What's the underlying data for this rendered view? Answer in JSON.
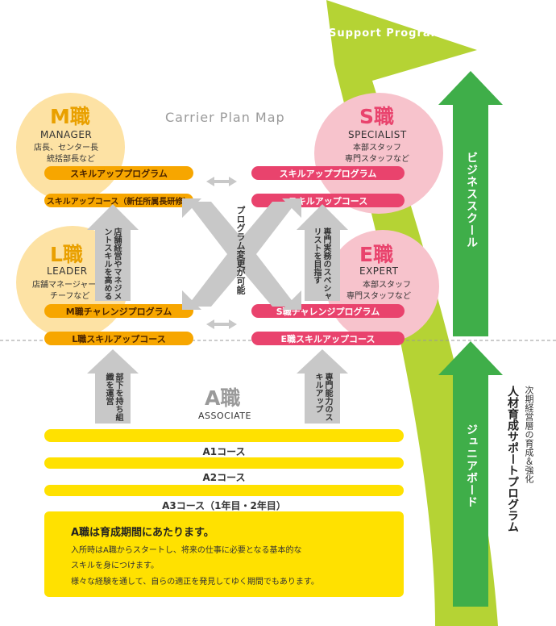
{
  "header": {
    "support_program": "Support Program",
    "carrier_plan_map": "Carrier Plan Map"
  },
  "m": {
    "title": "M職",
    "subtitle": "MANAGER",
    "desc1": "店長、センター長",
    "desc2": "統括部長など",
    "bar1": "スキルアッププログラム",
    "bar2": "スキルアップコース（新任所属長研修）"
  },
  "s": {
    "title": "S職",
    "subtitle": "SPECIALIST",
    "desc1": "本部スタッフ",
    "desc2": "専門スタッフなど",
    "bar1": "スキルアッププログラム",
    "bar2": "スキルアップコース"
  },
  "l": {
    "title": "L職",
    "subtitle": "LEADER",
    "desc1": "店舗マネージャー",
    "desc2": "チーフなど",
    "bar1": "M職チャレンジプログラム",
    "bar2": "L職スキルアップコース"
  },
  "e": {
    "title": "E職",
    "subtitle": "EXPERT",
    "desc1": "本部スタッフ",
    "desc2": "専門スタッフなど",
    "bar1": "S職チャレンジプログラム",
    "bar2": "E職スキルアップコース"
  },
  "arrows": {
    "l_to_m": "店舗経営やマネジメントスキルを高める",
    "e_to_s": "専門実務のスペシャリストを目指す",
    "center": "プログラム変更が可能",
    "a_to_l": "部下を持ち組織を運営",
    "a_to_e": "専門能力のスキルアップ"
  },
  "a": {
    "title": "A職",
    "subtitle": "ASSOCIATE",
    "course1": "A1コース",
    "course2": "A2コース",
    "course3": "A3コース（1年目・2年目）",
    "box_title": "A職は育成期間にあたります。",
    "box_line1": "入所時はA職からスタートし、将来の仕事に必要となる基本的な",
    "box_line2": "スキルを身につけます。",
    "box_line3": "様々な経験を通して、自らの適正を発見してゆく期間でもあります。"
  },
  "right": {
    "business_school": "ビジネススクール",
    "junior_board": "ジュニアボード",
    "next_gen": "次期経営層の育成＆強化",
    "program_name": "人材育成サポートプログラム"
  },
  "colors": {
    "green_light": "#b5d334",
    "green_dark": "#3fae49",
    "orange": "#f7a600",
    "pink": "#e9436d",
    "yellow": "#ffe100"
  }
}
